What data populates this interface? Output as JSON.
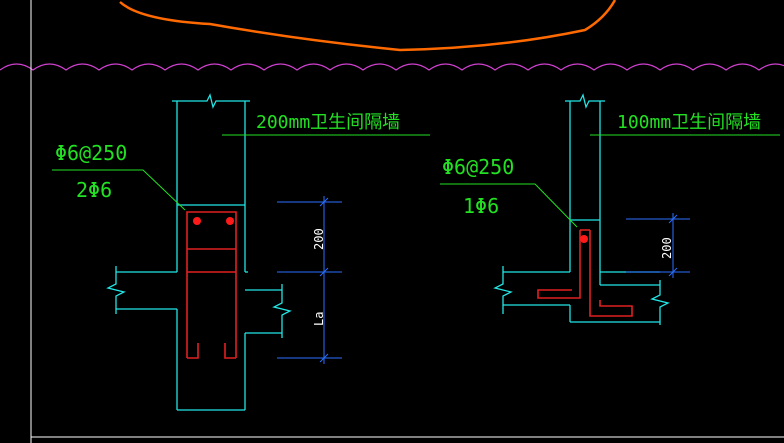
{
  "colors": {
    "background": "#000000",
    "wall": "#22e5e5",
    "rebar": "#e02020",
    "rebar_dot": "#ff1a1a",
    "label": "#22e022",
    "dimension": "#2a6fff",
    "dimension_text": "#ffffff",
    "cloud": "#ff6a00",
    "wave": "#d040d0",
    "frame": "#ffffff"
  },
  "left_detail": {
    "wall_label": "200mm卫生间隔墙",
    "rebar_spacing": "Φ6@250",
    "rebar_count": "2Φ6",
    "dim_top": "200",
    "dim_bottom": "La"
  },
  "right_detail": {
    "wall_label": "100mm卫生间隔墙",
    "rebar_spacing": "Φ6@250",
    "rebar_count": "1Φ6",
    "dim_top": "200"
  }
}
